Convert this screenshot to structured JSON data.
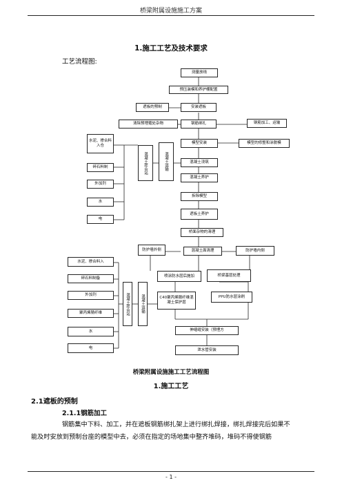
{
  "header": "桥梁附属设施施工方案",
  "section_title": "1.施工工艺及技术要求",
  "intro": "工艺流程图:",
  "flowchart": {
    "measure": "测量放线",
    "install_form": "预压装模和养护棚配置",
    "panel_prefab": "遮板的预制",
    "install_rebar": "安装遮板",
    "clean_debris": "清除预埋箍处杂物",
    "rebar_tie": "钢筋绑扎",
    "rebar_process": "钢筋加工、运输",
    "cement": "水泥、掺合料入仓",
    "stone": "碎石料制",
    "additive": "外加剂",
    "water": "水",
    "power": "电",
    "mix_station": "混凝土拌合站",
    "transport": "混凝土运输",
    "form_install": "模型安装",
    "form_prep": "模型的修整和涂脱模",
    "pour": "混凝土浇筑",
    "cure": "混凝土养护",
    "demold": "拆除模型",
    "cure2": "遮板土养护",
    "bridge_clean": "桥面杂物的清理",
    "wall_anti": "防护墙外侧",
    "base_clean": "混凝土面清理",
    "wall_inner": "防护墙内侧",
    "cement2": "水泥、掺合料入",
    "stone2": "碎石料制备",
    "additive2": "外加剂",
    "admix_fiber": "聚丙烯腈纤维",
    "water2": "水",
    "power2": "电",
    "mix2": "混凝土拌合站",
    "transport2": "混凝土运输",
    "waterproof_coat": "喷涂防水层后施加",
    "base_treat": "桥梁基层处理",
    "c40_protect": "C40聚丙烯腈纤维混凝土保护层",
    "ppu_coat": "PPU防水层涂刷",
    "expansion": "伸缩缝安装（预埋方",
    "drain": "泄水管安装"
  },
  "caption": "桥梁附属设施施工工艺流程图",
  "heading1": "1.施工工艺",
  "heading2": "2.1遮板的预制",
  "heading3": "2.1.1钢筋加工",
  "paragraph_line1": "钢筋集中下料、加工，并在遮板钢筋绑扎架上进行绑扎焊接，绑扎焊接完后如果不",
  "paragraph_line2": "能及时安放到预制台座的模型中去，必须在指定的场地集中整齐堆码，堆码不得使钢筋",
  "page_number": "- 1 -"
}
